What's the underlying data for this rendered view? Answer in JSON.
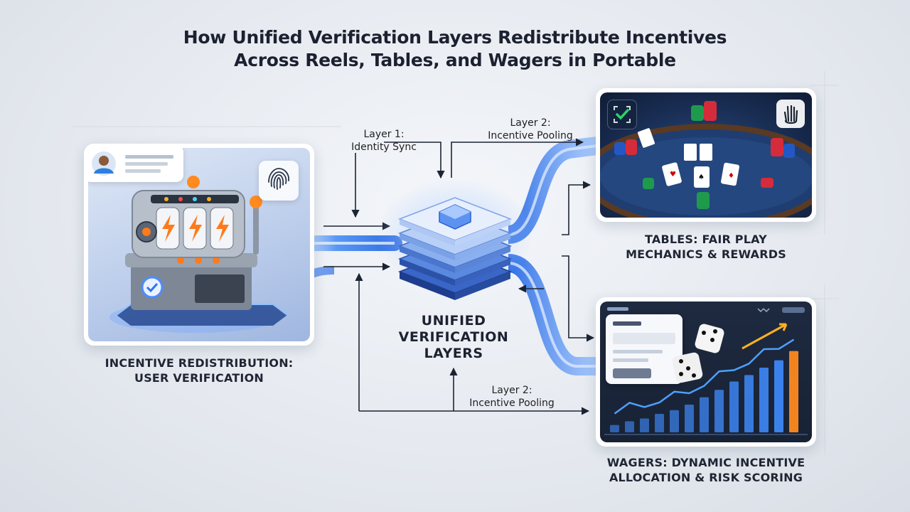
{
  "title": {
    "line1": "How Unified Verification Layers Redistribute Incentives",
    "line2": "Across Reels, Tables, and Wagers in Portable"
  },
  "hub": {
    "label_line1": "UNIFIED",
    "label_line2": "VERIFICATION",
    "label_line3": "LAYERS"
  },
  "flow_labels": {
    "layer1": {
      "title": "Layer 1:",
      "subtitle": "Identity Sync"
    },
    "layer2_top": {
      "title": "Layer 2:",
      "subtitle": "Incentive Pooling"
    },
    "layer2_bottom": {
      "title": "Layer 2:",
      "subtitle": "Incentive Pooling"
    }
  },
  "panels": {
    "reels": {
      "caption_line1": "INCENTIVE REDISTRIBUTION:",
      "caption_line2": "USER VERIFICATION",
      "icons": [
        "user-avatar-icon",
        "fingerprint-icon",
        "slot-machine-icon",
        "checkmark-shield-icon"
      ]
    },
    "tables": {
      "caption_line1": "TABLES: FAIR PLAY",
      "caption_line2": "MECHANICS & REWARDS",
      "icons": [
        "check-badge-icon",
        "raised-hand-icon",
        "poker-chips-icon",
        "playing-cards-icon"
      ]
    },
    "wagers": {
      "caption_line1": "WAGERS: DYNAMIC INCENTIVE",
      "caption_line2": "ALLOCATION & RISK SCORING",
      "icons": [
        "dice-icon",
        "trend-arrow-icon",
        "bar-chart-icon"
      ],
      "bar_levels": [
        0.08,
        0.12,
        0.15,
        0.2,
        0.24,
        0.3,
        0.38,
        0.46,
        0.55,
        0.62,
        0.7,
        0.78,
        0.88
      ]
    }
  },
  "colors": {
    "flow_blue": "#3d7df0",
    "flow_light": "#9fc6ff",
    "accent_orange": "#ff8a1f",
    "table_felt": "#1e3a66",
    "dark_panel": "#1a2436"
  }
}
